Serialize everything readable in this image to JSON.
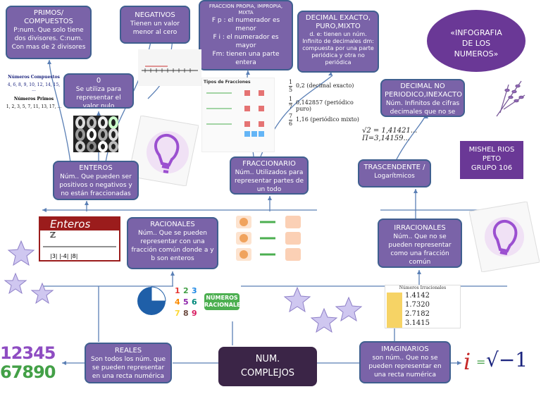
{
  "title": {
    "line1": "«INFOGRAFIA",
    "line2": "DE LOS",
    "line3": "NUMEROS»"
  },
  "author": {
    "line1": "MISHEL RIOS",
    "line2": "PETO",
    "line3": "GRUPO 106"
  },
  "primos": {
    "title": "PRIMOS/",
    "title2": "COMPUESTOS",
    "body": "P:num. Que solo tiene dos divisores. C:num. Con mas de 2 divisores"
  },
  "negativos": {
    "title": "NEGATIVOS",
    "body": "Tienen un valor menor al cero"
  },
  "fraccion_tipos": {
    "title": "FRACCION PROPIA, IMPROPIA, MIXTA",
    "l1": "F p : el numerador es menor",
    "l2": "F i : el numerador es mayor",
    "l3": "Fm: tienen una parte entera"
  },
  "decimal_exacto": {
    "title": "DECIMAL EXACTO, PURO,MIXTO",
    "body": "d. e: tienen un núm. Infinito de decimales dm: compuesta por una parte periódica y otra no periódica"
  },
  "cero": {
    "title": "0",
    "body": "Se utiliza para representar el valor nulo"
  },
  "decimal_no_periodico": {
    "title": "DECIMAL NO PERIODICO,INEXACTO",
    "body": "Núm. Infinitos de cifras decimales que no se repiten."
  },
  "enteros": {
    "title": "ENTEROS",
    "body": "Núm.. Que pueden ser positivos o negativos y no están fraccionadas"
  },
  "fraccionario": {
    "title": "FRACCIONARIO",
    "body": "Núm.. Utilizados para representar partes de un todo"
  },
  "trascendente": {
    "title": "TRASCENDENTE /",
    "body": "Logarítmicos"
  },
  "racionales": {
    "title": "RACIONALES",
    "body": "Núm.. Que se pueden representar con una fracción común donde a y b son enteros"
  },
  "irracionales": {
    "title": "IRRACIONALES",
    "body": "Núm.. Que no se pueden representar como una fracción común"
  },
  "reales": {
    "title": "REALES",
    "body": "Son todos los núm. que se pueden representar en una recta numérica"
  },
  "complejos": {
    "title": "NUM.",
    "title2": "COMPLEJOS"
  },
  "imaginarios": {
    "title": "IMAGINARIOS",
    "body": "son núm.. Que no se pueden representar en una recta numérica"
  },
  "primos_image": {
    "heading1": "Números Compuestos",
    "list1": "4, 6, 8, 9, 10, 12, 14, 15, ...",
    "heading2": "Números Primos",
    "list2": "1, 2, 3, 5, 7, 11, 13, 17, ..."
  },
  "enteros_image": {
    "title": "Enteros",
    "z": "ℤ",
    "labels": "|3|   |-4|   |8|"
  },
  "fracciones_image": {
    "heading": "Tipos de Fracciones"
  },
  "decimals": {
    "d1": "0,2 (decimal exacto)",
    "d2": "0,142857 (periódico puro)",
    "d3": "1,16 (periódico mixto)",
    "f1n": "1",
    "f1d": "5",
    "f2n": "1",
    "f2d": "7",
    "f3n": "7",
    "f3d": "6"
  },
  "irr_examples": {
    "e1": "√2 = 1,41421...",
    "e2": "Π=3,14159..."
  },
  "irr_table": {
    "heading": "Números Irracionales",
    "r1": "1.4142",
    "r2": "1.7320",
    "r3": "2.7182",
    "r4": "3.1415"
  },
  "racionales_image": {
    "line1": "NÚMEROS",
    "line2": "RACIONALES"
  },
  "digits": {
    "row1": "12345",
    "row2": "67890"
  },
  "imag_formula": {
    "i": "i",
    "eq": "=",
    "root": "√−1"
  },
  "colors": {
    "box": "#7a63a8",
    "border": "#3f5f8f",
    "dark": "#3b2547",
    "accent": "#6a3896",
    "line": "#5a7fb5"
  }
}
